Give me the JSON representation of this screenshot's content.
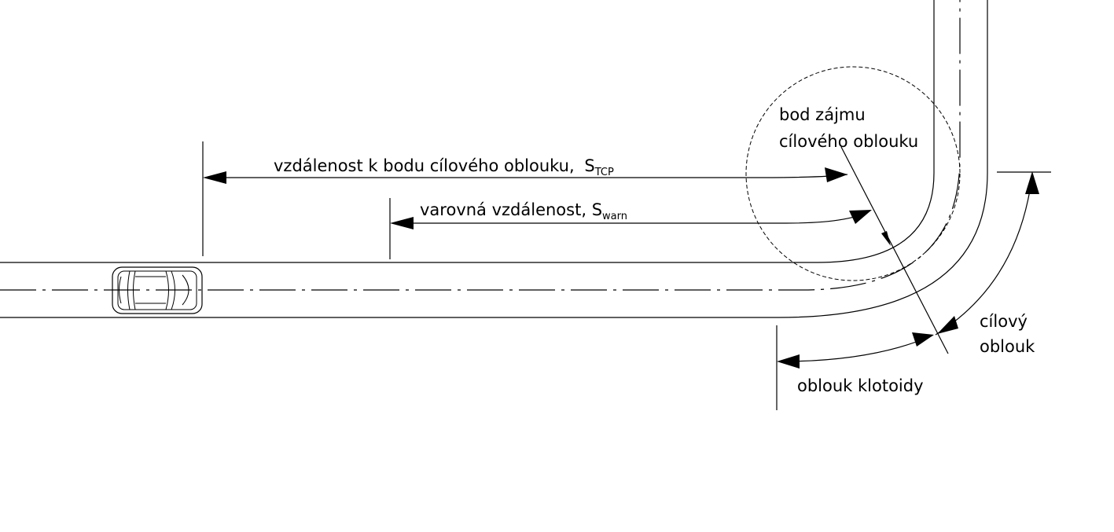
{
  "labels": {
    "distance_tcp_main": "vzdálenost k bodu cílového oblouku, ",
    "distance_tcp_symbol": "S",
    "distance_tcp_sub": "TCP",
    "warning_main": "varovná vzdálenost, ",
    "warning_symbol": "S",
    "warning_sub": "warn",
    "poi_line1": "bod zájmu",
    "poi_line2": "cílového oblouku",
    "target_curve_line1": "cílový",
    "target_curve_line2": "oblouk",
    "clothoid": "oblouk klotoidy"
  },
  "colors": {
    "ink": "#000000",
    "background": "#ffffff"
  }
}
